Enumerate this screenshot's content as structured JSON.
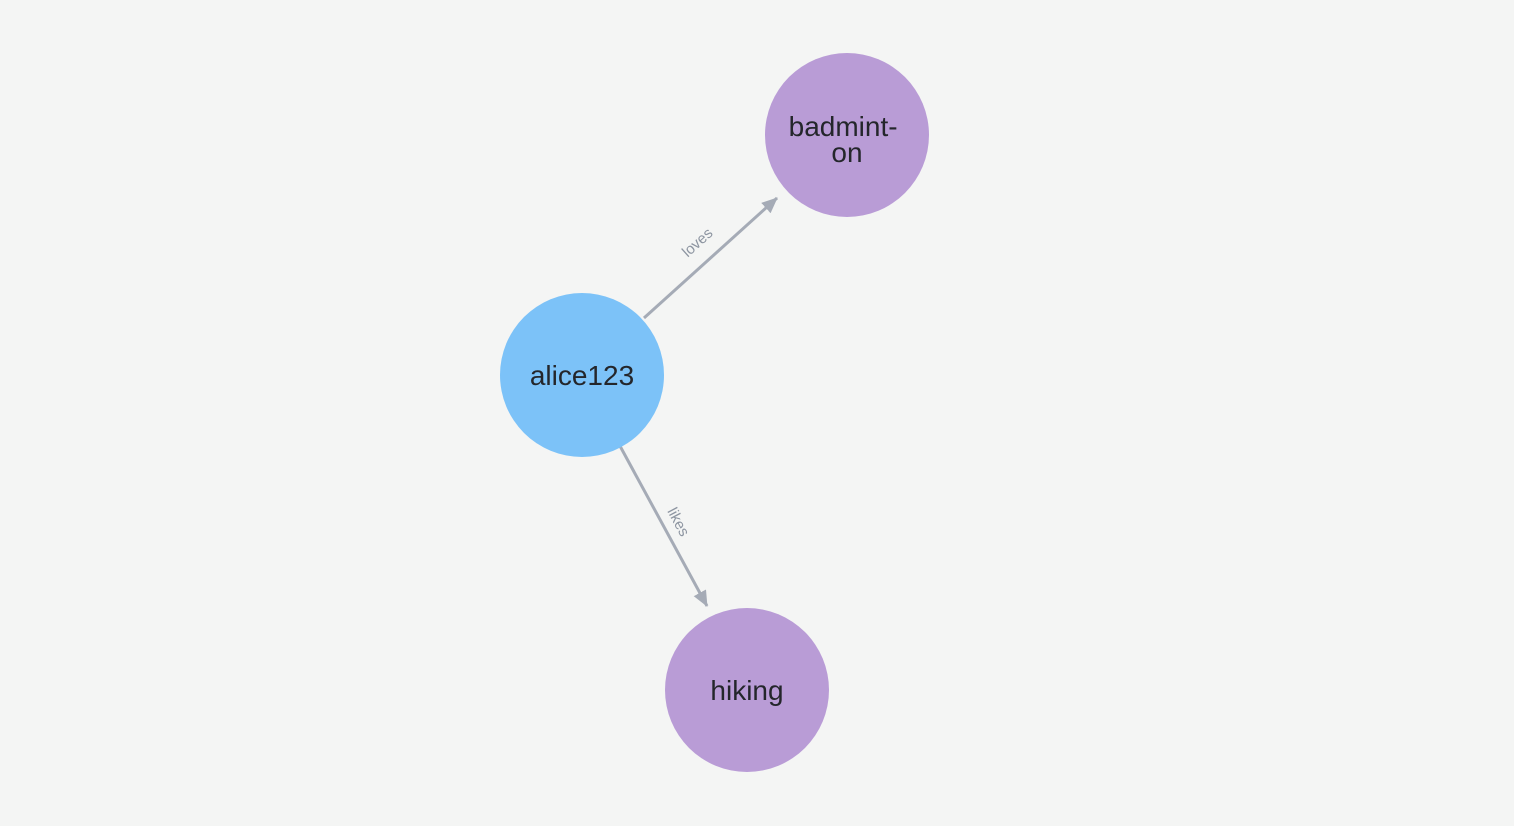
{
  "canvas": {
    "background": "#F4F5F4"
  },
  "graph": {
    "edge_color": "#A5ABB6",
    "edge_label_color": "#8D95A1",
    "node_text_color": "#24262B",
    "nodes": [
      {
        "id": "alice123",
        "label": "alice123",
        "lines": [
          "alice123"
        ],
        "color": "#7CC2F8"
      },
      {
        "id": "badminton",
        "label": "badminton",
        "lines": [
          "badmint-",
          "on"
        ],
        "color": "#B99CD6"
      },
      {
        "id": "hiking",
        "label": "hiking",
        "lines": [
          "hiking"
        ],
        "color": "#B99CD6"
      }
    ],
    "edges": [
      {
        "label": "loves",
        "from": "alice123",
        "to": "badminton"
      },
      {
        "label": "likes",
        "from": "alice123",
        "to": "hiking"
      }
    ]
  }
}
